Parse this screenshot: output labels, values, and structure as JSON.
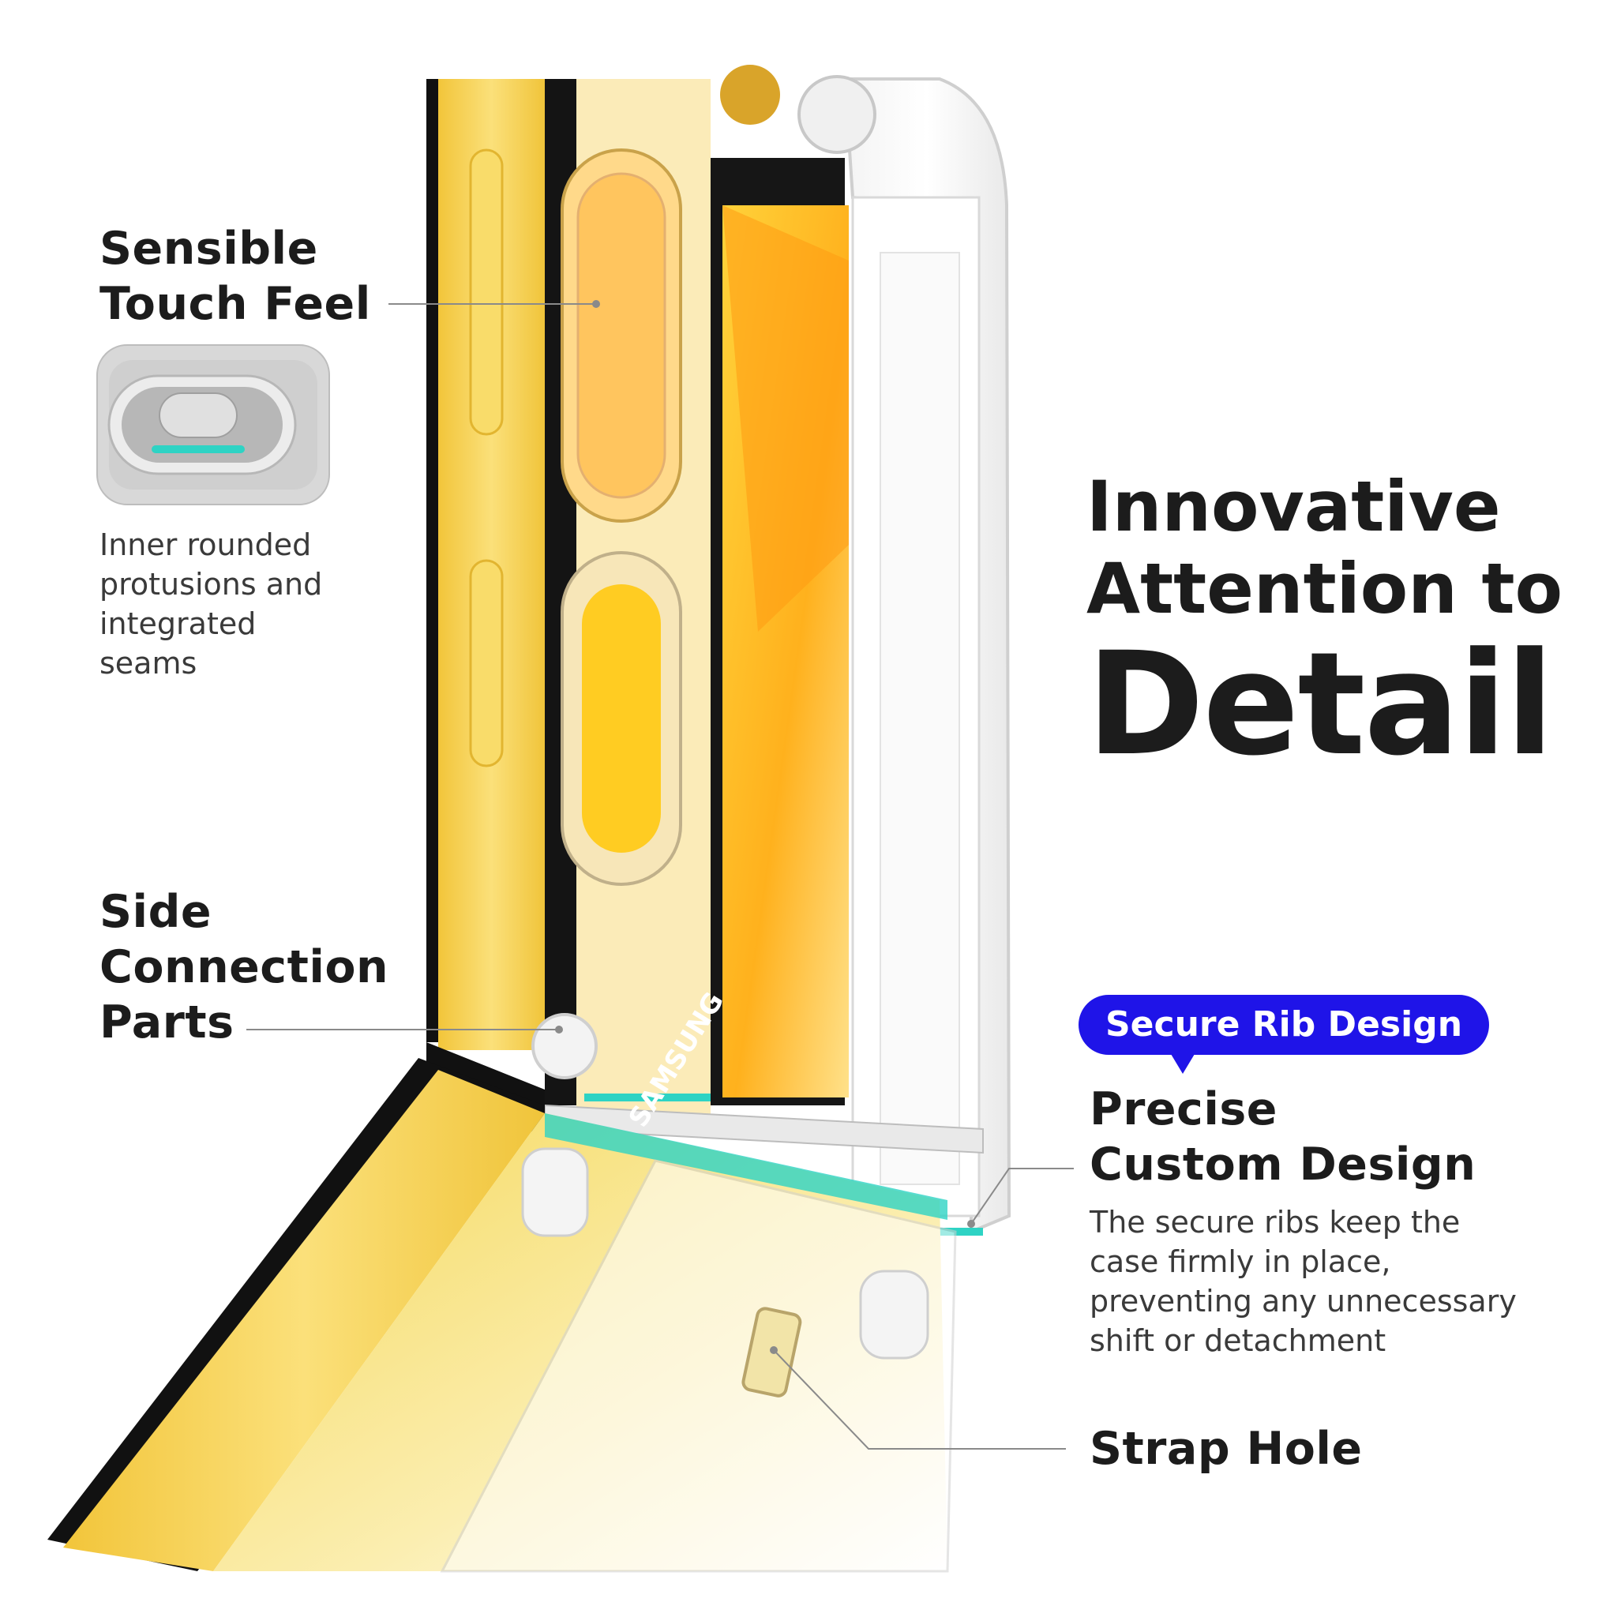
{
  "hero": {
    "title_line1": "Innovative",
    "title_line2": "Attention to",
    "title_big": "Detail"
  },
  "features": {
    "touch": {
      "title_line1": "Sensible",
      "title_line2": "Touch Feel",
      "desc_line1": "Inner rounded",
      "desc_line2": "protusions and",
      "desc_line3": "integrated",
      "desc_line4": "seams"
    },
    "side": {
      "title_line1": "Side",
      "title_line2": "Connection",
      "title_line3": "Parts"
    },
    "rib": {
      "badge": "Secure Rib Design",
      "title_line1": "Precise",
      "title_line2": "Custom Design",
      "desc_line1": "The secure ribs keep the",
      "desc_line2": "case firmly in place,",
      "desc_line3": "preventing any unnecessary",
      "desc_line4": "shift or detachment"
    },
    "strap": {
      "title": "Strap Hole"
    }
  },
  "product": {
    "brand_mark": "SAMSUNG"
  },
  "colors": {
    "badge": "#1f14e8",
    "phone_yellow": "#f6d24a",
    "accent_teal": "#2ed3c4",
    "text_dark": "#1c1c1c"
  }
}
